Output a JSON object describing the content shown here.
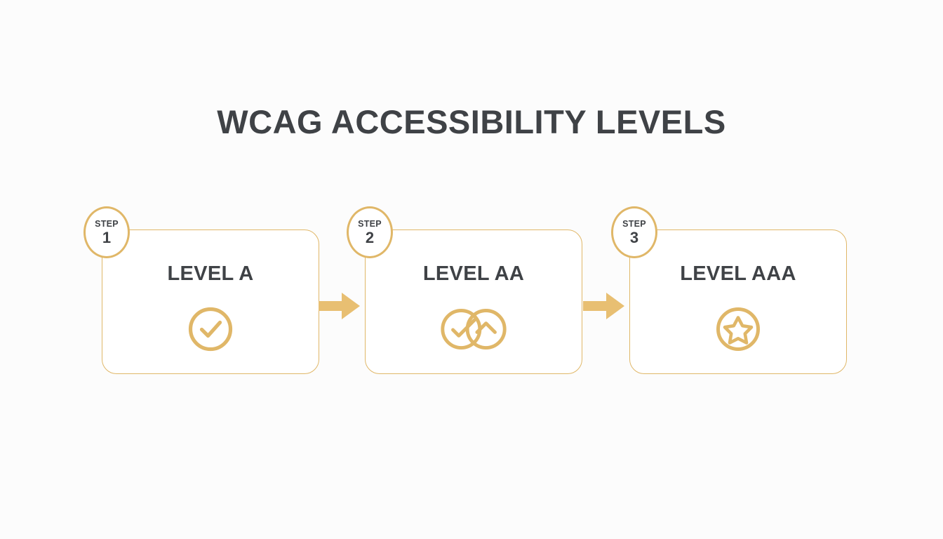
{
  "page": {
    "title": "WCAG ACCESSIBILITY LEVELS",
    "background_color": "#fcfcfc",
    "accent_color": "#e0b768",
    "arrow_color": "#e8bf72",
    "text_color": "#3f4246"
  },
  "steps": [
    {
      "badge_word": "STEP",
      "badge_number": "1",
      "label": "LEVEL A",
      "icon": "check-circle-icon"
    },
    {
      "badge_word": "STEP",
      "badge_number": "2",
      "label": "LEVEL AA",
      "icon": "check-circle-arrow-up-circle-icon"
    },
    {
      "badge_word": "STEP",
      "badge_number": "3",
      "label": "LEVEL AAA",
      "icon": "star-circle-icon"
    }
  ],
  "connectors": [
    {
      "name": "arrow-right-icon"
    },
    {
      "name": "arrow-right-icon"
    }
  ]
}
